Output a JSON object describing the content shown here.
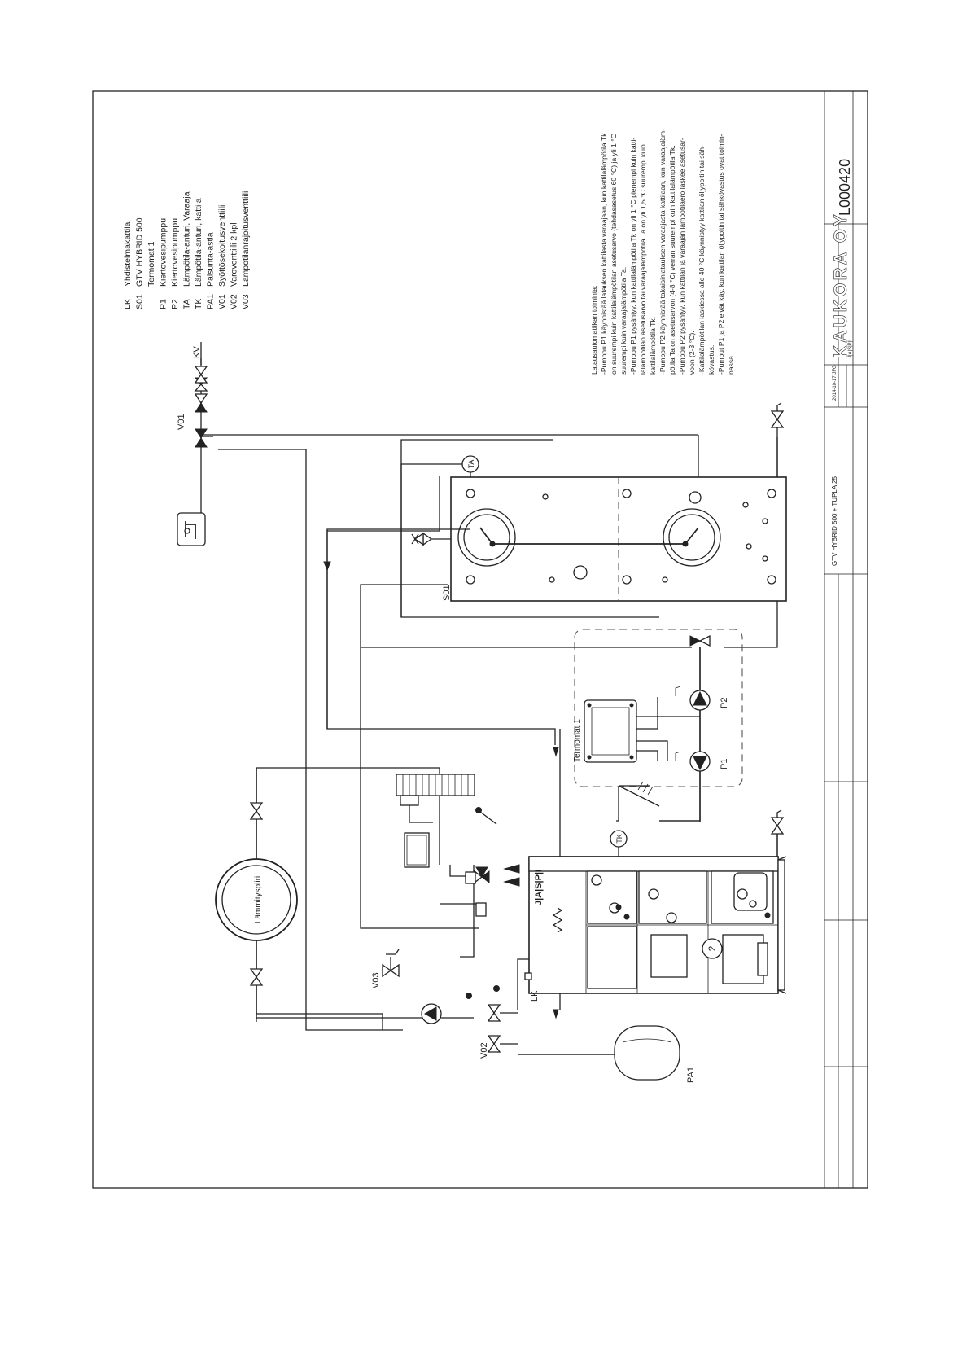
{
  "legend": [
    {
      "code": "LK",
      "text": "Yhdistelmäkattila"
    },
    {
      "code": "S01",
      "text": "GTV HYBRID 500"
    },
    {
      "code": "",
      "text": "Termomat 1"
    },
    {
      "code": "P1",
      "text": "Kiertovesipumppu"
    },
    {
      "code": "P2",
      "text": "Kiertovesipumppu"
    },
    {
      "code": "TA",
      "text": "Lämpötila-anturi, Varaaja"
    },
    {
      "code": "TK",
      "text": "Lämpötila-anturi, kattila"
    },
    {
      "code": "PA1",
      "text": "Paisunta-astia"
    },
    {
      "code": "V01",
      "text": "Syöttösekoitusventtiili"
    },
    {
      "code": "V02",
      "text": "Varoventtiili 2 kpl"
    },
    {
      "code": "V03",
      "text": "Lämpötilanrajoitusventtiili"
    }
  ],
  "notes": [
    "Latausautomatiikan toiminta:",
    "-Pumppu P1 käynnistää latauksen kattilasta varaajaan, kun kattilalämpötila Tk",
    "on suurempi kuin kattilalämpötilan asetusarvo (tehdasasetus 60 °C) ja yli 1 °C",
    "suurempi kuin varaajalämpötila Ta.",
    "-Pumppu P1 pysähtyy, kun kattilalämpötila Tk on yli 1 °C pienempi kuin katti-",
    "lalämpötilan asetusarvo tai varaajalämpötila Ta on yli 1,5 °C suurempi kuin",
    "kattilalämpötila Tk.",
    "-Pumppu P2 käynnistää takaisinlatauksen varaajasta kattilaan, kun varaajaläm-",
    "pötila Ta on asetusarvon (4-8 °C) verran suurempi kuin kattilalämpötila Tk.",
    "-Pumppu P2 pysähtyy, kun kattilan ja varaajan lämpötilaero laskee asetusar-",
    "voon (2-3 °C).",
    "-Kattilalämpötilan laskiessa alle 40 °C käynnistyy kattilan öljypoltin tai säh-",
    "kövastus.",
    "-Pumput P1 ja P2 eivät käy, kun kattilan öljypoltin tai sähkövastus ovat toimin-",
    "nassa."
  ],
  "labels": {
    "kv": "KV",
    "v01": "V01",
    "v02": "V02",
    "v03": "V03",
    "s01": "S01",
    "ta": "TA",
    "tk": "TK",
    "p1": "P1",
    "p2": "P2",
    "lk": "LK",
    "pa1": "PA1",
    "termomat": "Termomat 1",
    "lammityspiiri": "Lämmityspiiri",
    "boiler_number": "2",
    "jaspi": "J|A|S|P|I"
  },
  "title_block": {
    "company": "KAUKORA OY",
    "drawing_number": "L000420",
    "title": "GTV HYBRID 500 + TUPLA 25",
    "date": "2014-10-17 JFG",
    "logo_small": "J|A|S|P|I"
  }
}
